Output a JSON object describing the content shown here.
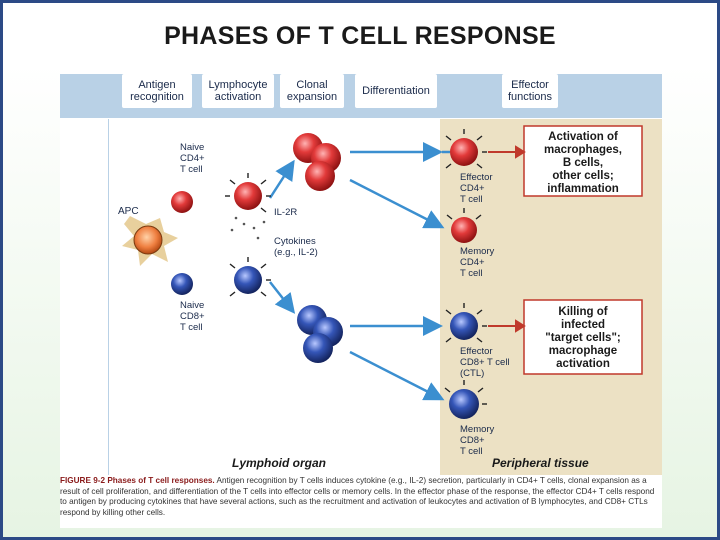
{
  "slide": {
    "title": "PHASES OF T CELL RESPONSE"
  },
  "phases": [
    "Antigen recognition",
    "Lymphocyte activation",
    "Clonal expansion",
    "Differentiation",
    "Effector functions"
  ],
  "labels": {
    "apc": "APC",
    "naive_cd4": [
      "Naive",
      "CD4+",
      "T cell"
    ],
    "naive_cd8": [
      "Naive",
      "CD8+",
      "T cell"
    ],
    "il2r": "IL-2R",
    "cytokines": [
      "Cytokines",
      "(e.g., IL-2)"
    ],
    "effector_cd4": [
      "Effector",
      "CD4+",
      "T cell"
    ],
    "memory_cd4": [
      "Memory",
      "CD4+",
      "T cell"
    ],
    "effector_cd8": [
      "Effector",
      "CD8+ T cell",
      "(CTL)"
    ],
    "memory_cd8": [
      "Memory",
      "CD8+",
      "T cell"
    ]
  },
  "effects": {
    "cd4": [
      "Activation of",
      "macrophages,",
      "B cells,",
      "other cells;",
      "inflammation"
    ],
    "cd8": [
      "Killing of",
      "infected",
      "\"target cells\";",
      "macrophage",
      "activation"
    ]
  },
  "regions": {
    "lymphoid": "Lymphoid organ",
    "peripheral": "Peripheral tissue"
  },
  "caption": {
    "figure_label": "FIGURE 9-2 Phases of T cell responses.",
    "text": "Antigen recognition by T cells induces cytokine (e.g., IL-2) secretion, particularly in CD4+ T cells, clonal expansion as a result of cell proliferation, and differentiation of the T cells into effector cells or memory cells. In the effector phase of the response, the effector CD4+ T cells respond to antigen by producing cytokines that have several actions, such as the recruitment and activation of leukocytes and activation of B lymphocytes, and CD8+ CTLs respond by killing other cells."
  },
  "colors": {
    "cd4_cell": "#d9252b",
    "cd8_cell": "#2f4fa8",
    "apc": "#e8763a",
    "arrow": "#3b8fd0",
    "tissue_bg": "#ece1c4",
    "phase_bar": "#b9d1e6",
    "frame": "#2c4a86"
  }
}
